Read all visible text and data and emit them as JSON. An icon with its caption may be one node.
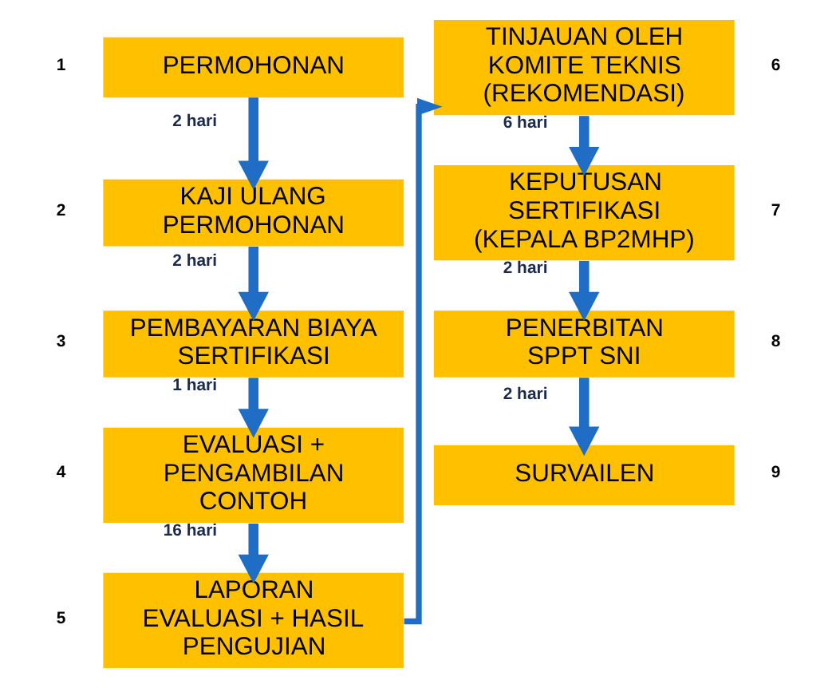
{
  "diagram": {
    "nodes": [
      {
        "text": [
          "PERMOHONAN"
        ],
        "beside": [
          "1"
        ]
      },
      {
        "text": [
          "KAJI ULANG PERMOHONAN"
        ],
        "beside": [
          "2"
        ]
      },
      {
        "text": [
          "PEMBAYARAN BIAYA SERTIFIKASI"
        ],
        "beside": [
          "3"
        ]
      },
      {
        "text": [
          "EVALUASI + PENGAMBILAN CONTOH"
        ],
        "beside": [
          "4"
        ]
      },
      {
        "text": [
          "LAPORAN EVALUASI + HASIL PENGUJIAN"
        ],
        "beside": [
          "5"
        ]
      },
      {
        "text": [
          "TINJAUAN OLEH KOMITE TEKNIS (REKOMENDASI)"
        ],
        "beside": [
          "6"
        ]
      },
      {
        "text": [
          "KEPUTUSAN SERTIFIKASI (KEPALA BP2MHP)"
        ],
        "beside": [
          "7"
        ]
      },
      {
        "text": [
          "PENERBITAN SPPT SNI"
        ],
        "beside": [
          "8"
        ]
      },
      {
        "text": [
          "SURVAILEN"
        ],
        "beside": [
          "9"
        ]
      }
    ],
    "edges": [
      {
        "from": 0,
        "to": 1,
        "arrow": "to",
        "label": "2 hari"
      },
      {
        "from": 1,
        "to": 2,
        "arrow": "to",
        "label": "2 hari"
      },
      {
        "from": 2,
        "to": 3,
        "arrow": "to",
        "label": "1 hari"
      },
      {
        "from": 3,
        "to": 4,
        "arrow": "to",
        "label": "16 hari"
      },
      {
        "from": 4,
        "to": 5,
        "arrow": "to"
      },
      {
        "from": 5,
        "to": 6,
        "arrow": "to",
        "label": "6 hari"
      },
      {
        "from": 6,
        "to": 7,
        "arrow": "to",
        "label": "2 hari"
      },
      {
        "from": 7,
        "to": 8,
        "arrow": "to",
        "label": "2 hari"
      }
    ]
  }
}
